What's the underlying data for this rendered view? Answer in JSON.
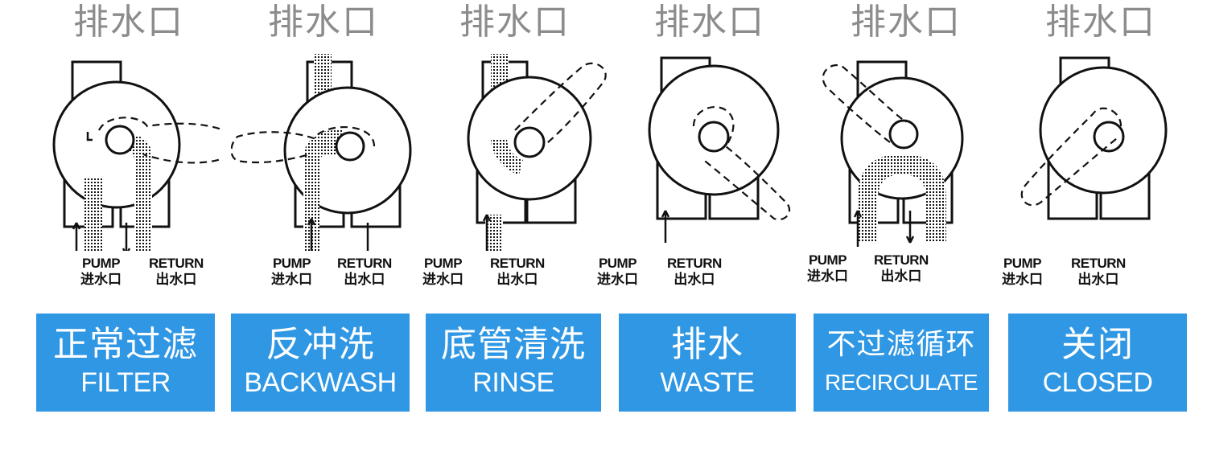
{
  "panels": [
    {
      "drain_label": "排水口",
      "pump_en": "PUMP",
      "pump_cn": "进水口",
      "return_en": "RETURN",
      "return_cn": "出水口",
      "mode_cn": "正常过滤",
      "mode_en": "FILTER"
    },
    {
      "drain_label": "排水口",
      "pump_en": "PUMP",
      "pump_cn": "进水口",
      "return_en": "RETURN",
      "return_cn": "出水口",
      "mode_cn": "反冲洗",
      "mode_en": "BACKWASH"
    },
    {
      "drain_label": "排水口",
      "pump_en": "PUMP",
      "pump_cn": "进水口",
      "return_en": "RETURN",
      "return_cn": "出水口",
      "mode_cn": "底管清洗",
      "mode_en": "RINSE"
    },
    {
      "drain_label": "排水口",
      "pump_en": "PUMP",
      "pump_cn": "进水口",
      "return_en": "RETURN",
      "return_cn": "出水口",
      "mode_cn": "排水",
      "mode_en": "WASTE"
    },
    {
      "drain_label": "排水口",
      "pump_en": "PUMP",
      "pump_cn": "进水口",
      "return_en": "RETURN",
      "return_cn": "出水口",
      "mode_cn": "不过滤循环",
      "mode_en": "RECIRCULATE"
    },
    {
      "drain_label": "排水口",
      "pump_en": "PUMP",
      "pump_cn": "进水口",
      "return_en": "RETURN",
      "return_cn": "出水口",
      "mode_cn": "关闭",
      "mode_en": "CLOSED"
    }
  ],
  "colors": {
    "mode_box": "#2f97e3",
    "drain_label": "#8c8c8c",
    "line": "#111111"
  }
}
